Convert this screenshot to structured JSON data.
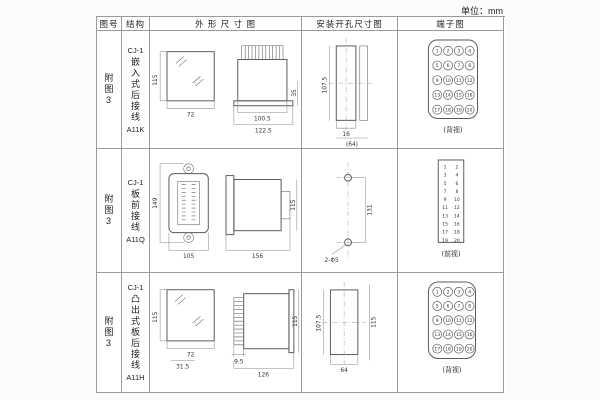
{
  "unit": "单位：mm",
  "headers": {
    "fig": "图号",
    "struct": "结构",
    "outline": "外 形 尺 寸 图",
    "install": "安装开孔尺寸图",
    "terminal": "端子图"
  },
  "rows": [
    {
      "fig": "附图3",
      "model": "CJ-1",
      "desc": "嵌入式后接线",
      "code": "A11K",
      "outline": {
        "height": "115",
        "width": "72",
        "body": "100.5",
        "overall": "122.5",
        "depth": "35"
      },
      "install": {
        "height": "107.5",
        "slot": "16",
        "overall": "(64)"
      },
      "terminal": {
        "label": "(背视)",
        "numbers": [
          1,
          2,
          3,
          4,
          5,
          6,
          7,
          8,
          9,
          10,
          11,
          12,
          13,
          14,
          15,
          16,
          17,
          18,
          19,
          20
        ]
      }
    },
    {
      "fig": "附图3",
      "model": "CJ-1",
      "desc": "板前接线",
      "code": "A11Q",
      "outline": {
        "height": "149",
        "width": "105",
        "depth": "156",
        "body_h": "115"
      },
      "install": {
        "spacing": "131",
        "holes": "2-Φ5"
      },
      "terminal": {
        "label": "(前视)",
        "numbers": [
          1,
          2,
          3,
          4,
          5,
          6,
          7,
          8,
          9,
          10,
          11,
          12,
          13,
          14,
          15,
          16,
          17,
          18,
          19,
          20
        ]
      }
    },
    {
      "fig": "附图3",
      "model": "CJ-1",
      "desc": "凸出式板后接线",
      "code": "A11H",
      "outline": {
        "height": "115",
        "width": "72",
        "flange": "31.5",
        "pins": "9.5",
        "depth": "126",
        "body_h": "115"
      },
      "install": {
        "height": "107.5",
        "width": "64",
        "right": "115"
      },
      "terminal": {
        "label": "(背视)",
        "numbers": [
          1,
          2,
          3,
          4,
          5,
          6,
          7,
          8,
          9,
          10,
          11,
          12,
          13,
          14,
          15,
          16,
          17,
          18,
          19,
          20
        ]
      }
    }
  ]
}
